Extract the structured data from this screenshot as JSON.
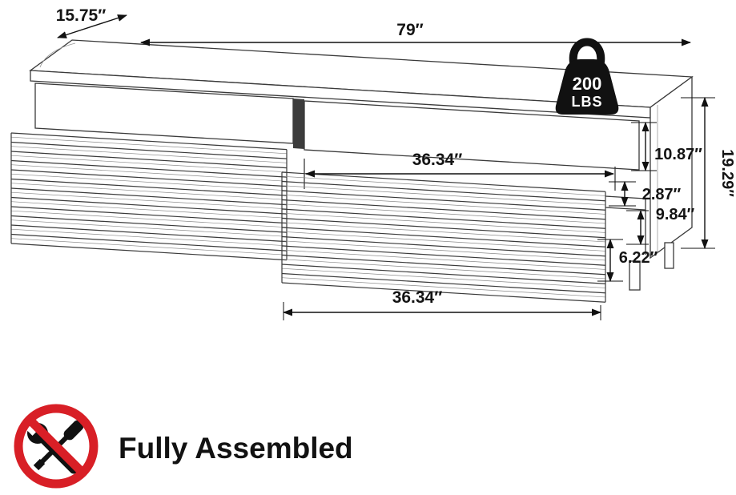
{
  "dims": {
    "depth": "15.75″",
    "width": "79″",
    "opening_width": "36.34″",
    "gap": "2.87″",
    "upper_drawer_height": "10.87″",
    "compartment_height": "9.84″",
    "slat_drawer_height": "6.22″",
    "overall_height": "19.29″",
    "lower_drawer_width": "36.34″"
  },
  "weight": {
    "value": "200",
    "unit": "LBS"
  },
  "footer": {
    "label": "Fully Assembled"
  },
  "icons": {
    "weight_capacity": "kettlebell-weight-icon",
    "no_tools": "crossed-tools-prohibition-icon",
    "wrench": "wrench-icon",
    "screwdriver": "screwdriver-icon"
  },
  "colors": {
    "line": "#3a3a3a",
    "dimension_line": "#111111",
    "prohibition_red": "#d81f26",
    "icon_black": "#111111",
    "background": "#ffffff"
  }
}
